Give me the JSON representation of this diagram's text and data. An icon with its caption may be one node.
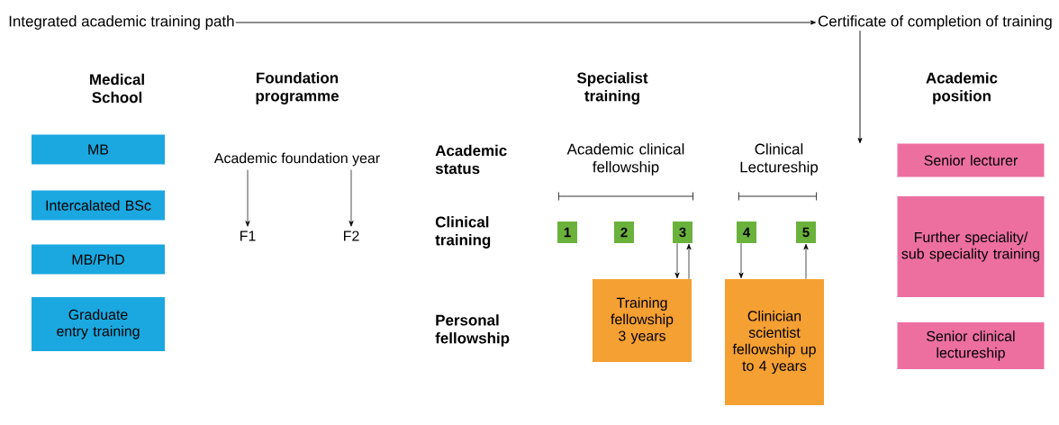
{
  "diagram": {
    "nodes": [
      {
        "text": [
          "Integrated academic training path"
        ]
      },
      {
        "text": [
          "Certificate of completion of training"
        ]
      },
      {
        "text": [
          "MB"
        ]
      },
      {
        "text": [
          "Intercalated BSc"
        ]
      },
      {
        "text": [
          "MB/PhD"
        ]
      },
      {
        "text": [
          "Graduate entry training"
        ]
      },
      {
        "text": [
          "Academic foundation year"
        ]
      },
      {
        "text": [
          "F1"
        ]
      },
      {
        "text": [
          "F2"
        ]
      },
      {
        "text": [
          "1"
        ]
      },
      {
        "text": [
          "2"
        ]
      },
      {
        "text": [
          "3"
        ]
      },
      {
        "text": [
          "4"
        ]
      },
      {
        "text": [
          "5"
        ]
      },
      {
        "text": [
          "Training fellowship 3 years"
        ]
      },
      {
        "text": [
          "Clinician scientist fellowship up to 4 years"
        ]
      },
      {
        "text": [
          "Senior lecturer"
        ]
      },
      {
        "text": [
          "Further speciality/ sub speciality training"
        ]
      },
      {
        "text": [
          "Senior clinical lectureship"
        ]
      }
    ],
    "edges": [
      {
        "from": 0,
        "to": 1,
        "arrow": "to"
      },
      {
        "from": 1,
        "to": null,
        "arrow": "to"
      },
      {
        "from": 6,
        "to": 7,
        "arrow": "to"
      },
      {
        "from": 6,
        "to": 8,
        "arrow": "to"
      },
      {
        "from": 11,
        "to": 14,
        "arrow": "to"
      },
      {
        "from": 14,
        "to": 11,
        "arrow": "to"
      },
      {
        "from": 12,
        "to": 15,
        "arrow": "to"
      },
      {
        "from": 15,
        "to": 13,
        "arrow": "to"
      }
    ],
    "labels": [
      "Medical School",
      "Foundation programme",
      "Specialist training",
      "Academic position",
      "Academic status",
      "Academic clinical fellowship",
      "Clinical Lectureship",
      "Clinical training",
      "Personal fellowship"
    ]
  }
}
